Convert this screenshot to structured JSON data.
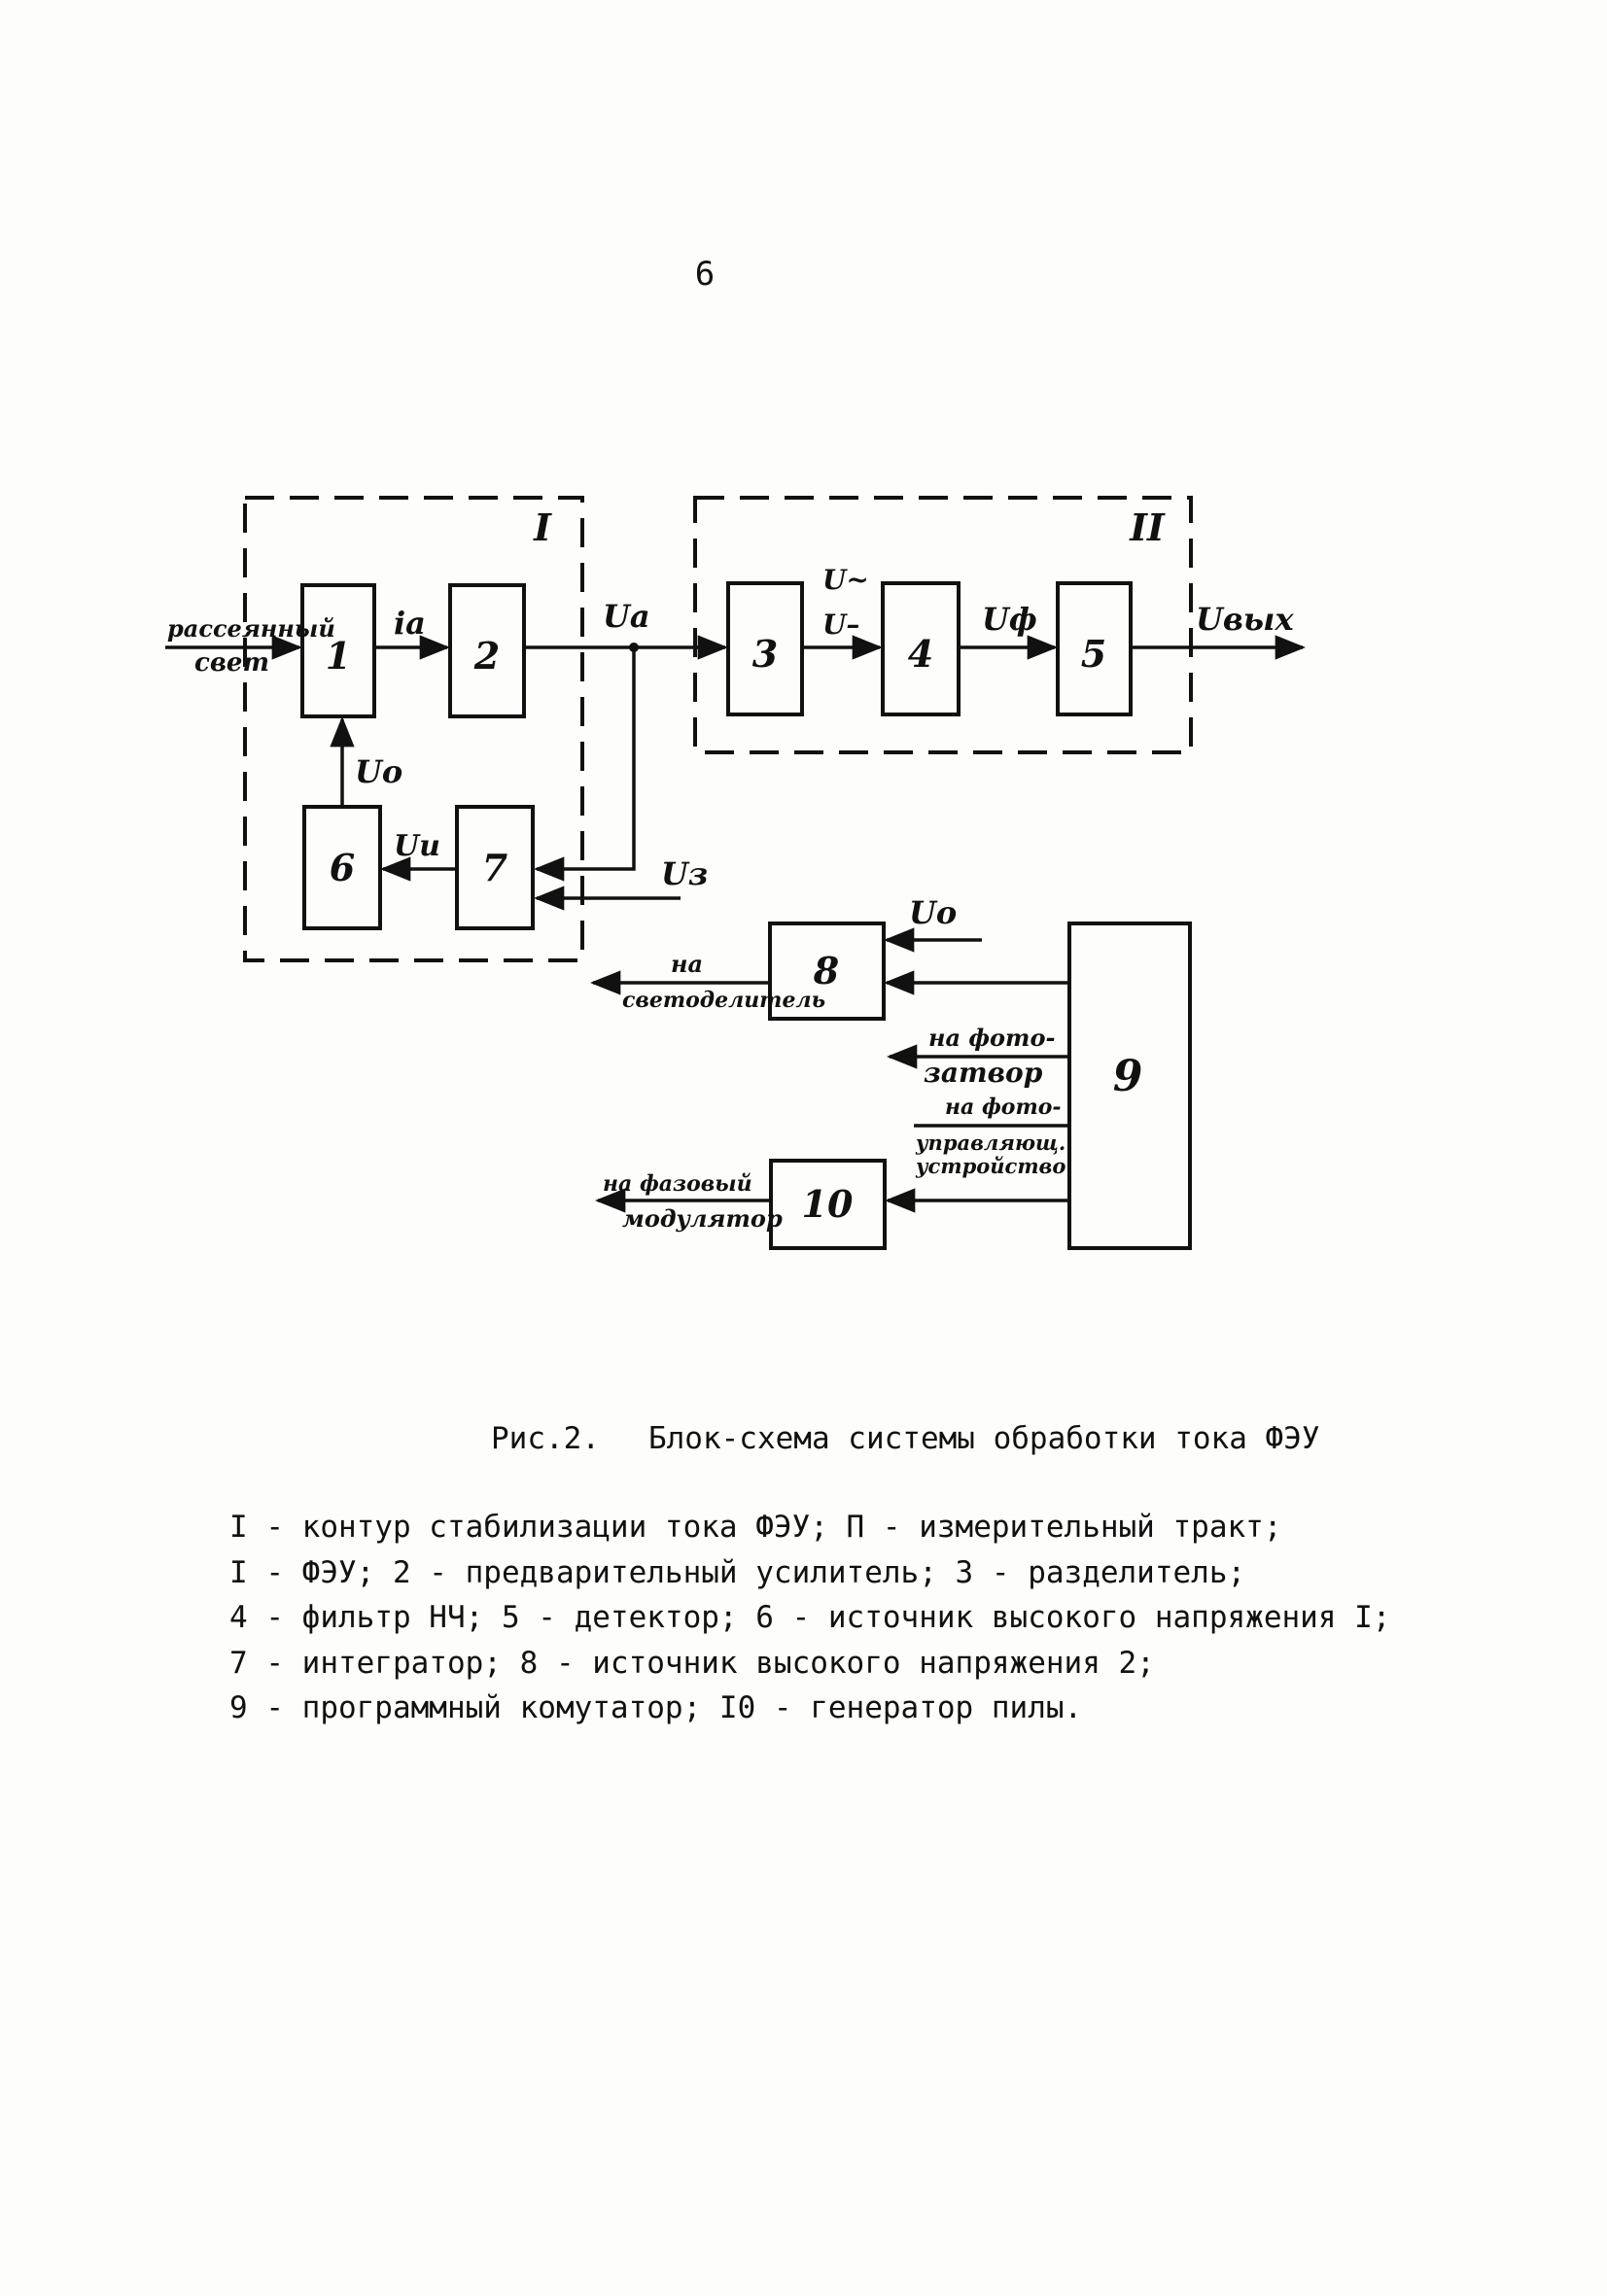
{
  "page_number": "6",
  "diagram": {
    "contour_labels": {
      "contour_1": "I",
      "contour_2": "II"
    },
    "blocks": {
      "b1": "1",
      "b2": "2",
      "b3": "3",
      "b4": "4",
      "b5": "5",
      "b6": "6",
      "b7": "7",
      "b8": "8",
      "b9": "9",
      "b10": "10"
    },
    "signals": {
      "input_line1": "рассеянный",
      "input_line2": "свет",
      "ia": "iа",
      "ua": "Uа",
      "u_tilde": "U~",
      "u_minus": "U–",
      "uf": "Uф",
      "uout": "Uвых",
      "u0_top": "Uо",
      "ui": "Uи",
      "uz": "Uз",
      "u0_block8": "Uо"
    },
    "destinations": {
      "light_divider": [
        "на",
        "светоделитель"
      ],
      "photo_shutter": [
        "на фото-",
        "затвор"
      ],
      "photo_control": [
        "на фото-",
        "управляющ.",
        "устройство"
      ],
      "phase_modulator": [
        "на фазовый",
        "модулятор"
      ]
    }
  },
  "caption": {
    "figure": "Рис.2.",
    "title": "Блок-схема системы обработки тока ФЭУ"
  },
  "legend": [
    "I - контур стабилизации тока ФЭУ; П - измерительный тракт;",
    "I - ФЭУ; 2 - предварительный усилитель; 3 - разделитель;",
    "4 - фильтр НЧ; 5 - детектор; 6 - источник высокого напряжения I;",
    "7 - интегратор; 8 - источник высокого напряжения 2;",
    "9 - программный комутатор; I0 - генератор пилы."
  ],
  "colors": {
    "ink": "#111111",
    "paper": "#fdfdfb"
  }
}
